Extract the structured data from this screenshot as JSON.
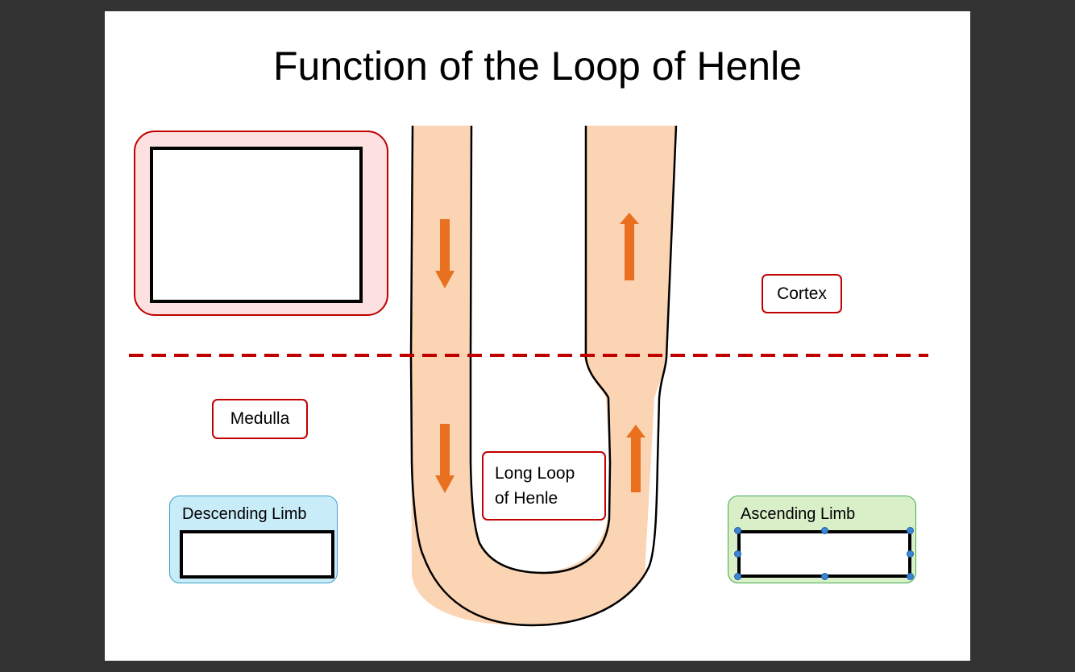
{
  "title": "Function of the Loop of Henle",
  "labels": {
    "cortex": "Cortex",
    "medulla": "Medulla",
    "long_loop_line1": "Long Loop",
    "long_loop_line2": "of Henle",
    "descending_limb": "Descending Limb",
    "ascending_limb": "Ascending Limb"
  },
  "colors": {
    "background": "#333333",
    "slide": "#ffffff",
    "tubule_fill": "#fbd4b4",
    "arrow": "#e8701f",
    "boundary_line": "#c00000",
    "pink_box": "#fde0e0",
    "blue_box": "#c9ecf9",
    "green_box": "#d9efc8"
  }
}
